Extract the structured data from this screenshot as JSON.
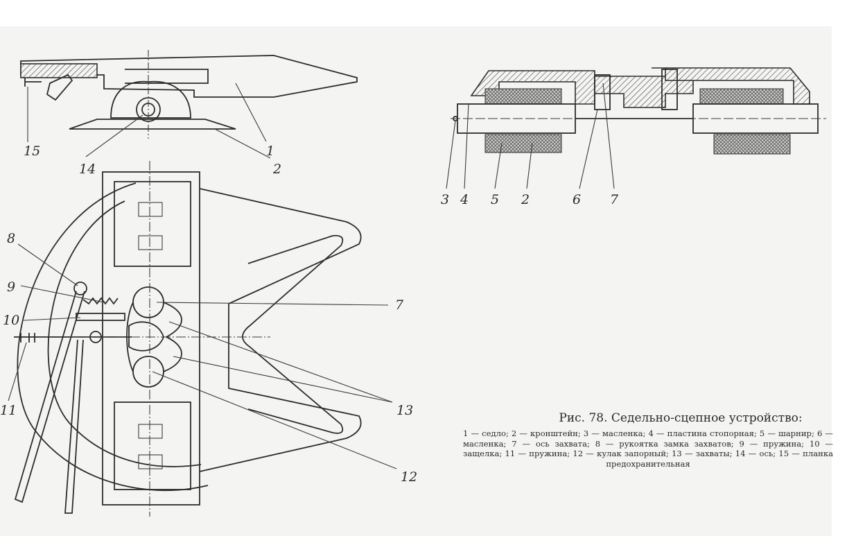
{
  "figure": {
    "caption_title": "Рис. 78. Седельно-сцепное устройство:",
    "caption_legend": "1 — седло; 2 — кронштейн; 3 — масленка; 4 — пластина стопорная; 5 — шарнир; 6 — масленка; 7 — ось захвата; 8 — рукоятка замка захватов; 9 — пружина; 10 — защелка; 11 — пружина; 12 — кулак запорный; 13 — захваты; 14 — ось; 15 — планка предохранительная"
  },
  "side_view_labels": {
    "l15": "15",
    "l14": "14",
    "l1": "1",
    "l2": "2"
  },
  "section_view_labels": {
    "l3": "3",
    "l4": "4",
    "l5": "5",
    "l2": "2",
    "l6": "6",
    "l7": "7"
  },
  "plan_view_labels": {
    "l8": "8",
    "l9": "9",
    "l10": "10",
    "l11": "11",
    "l7": "7",
    "l13": "13",
    "l12": "12"
  }
}
